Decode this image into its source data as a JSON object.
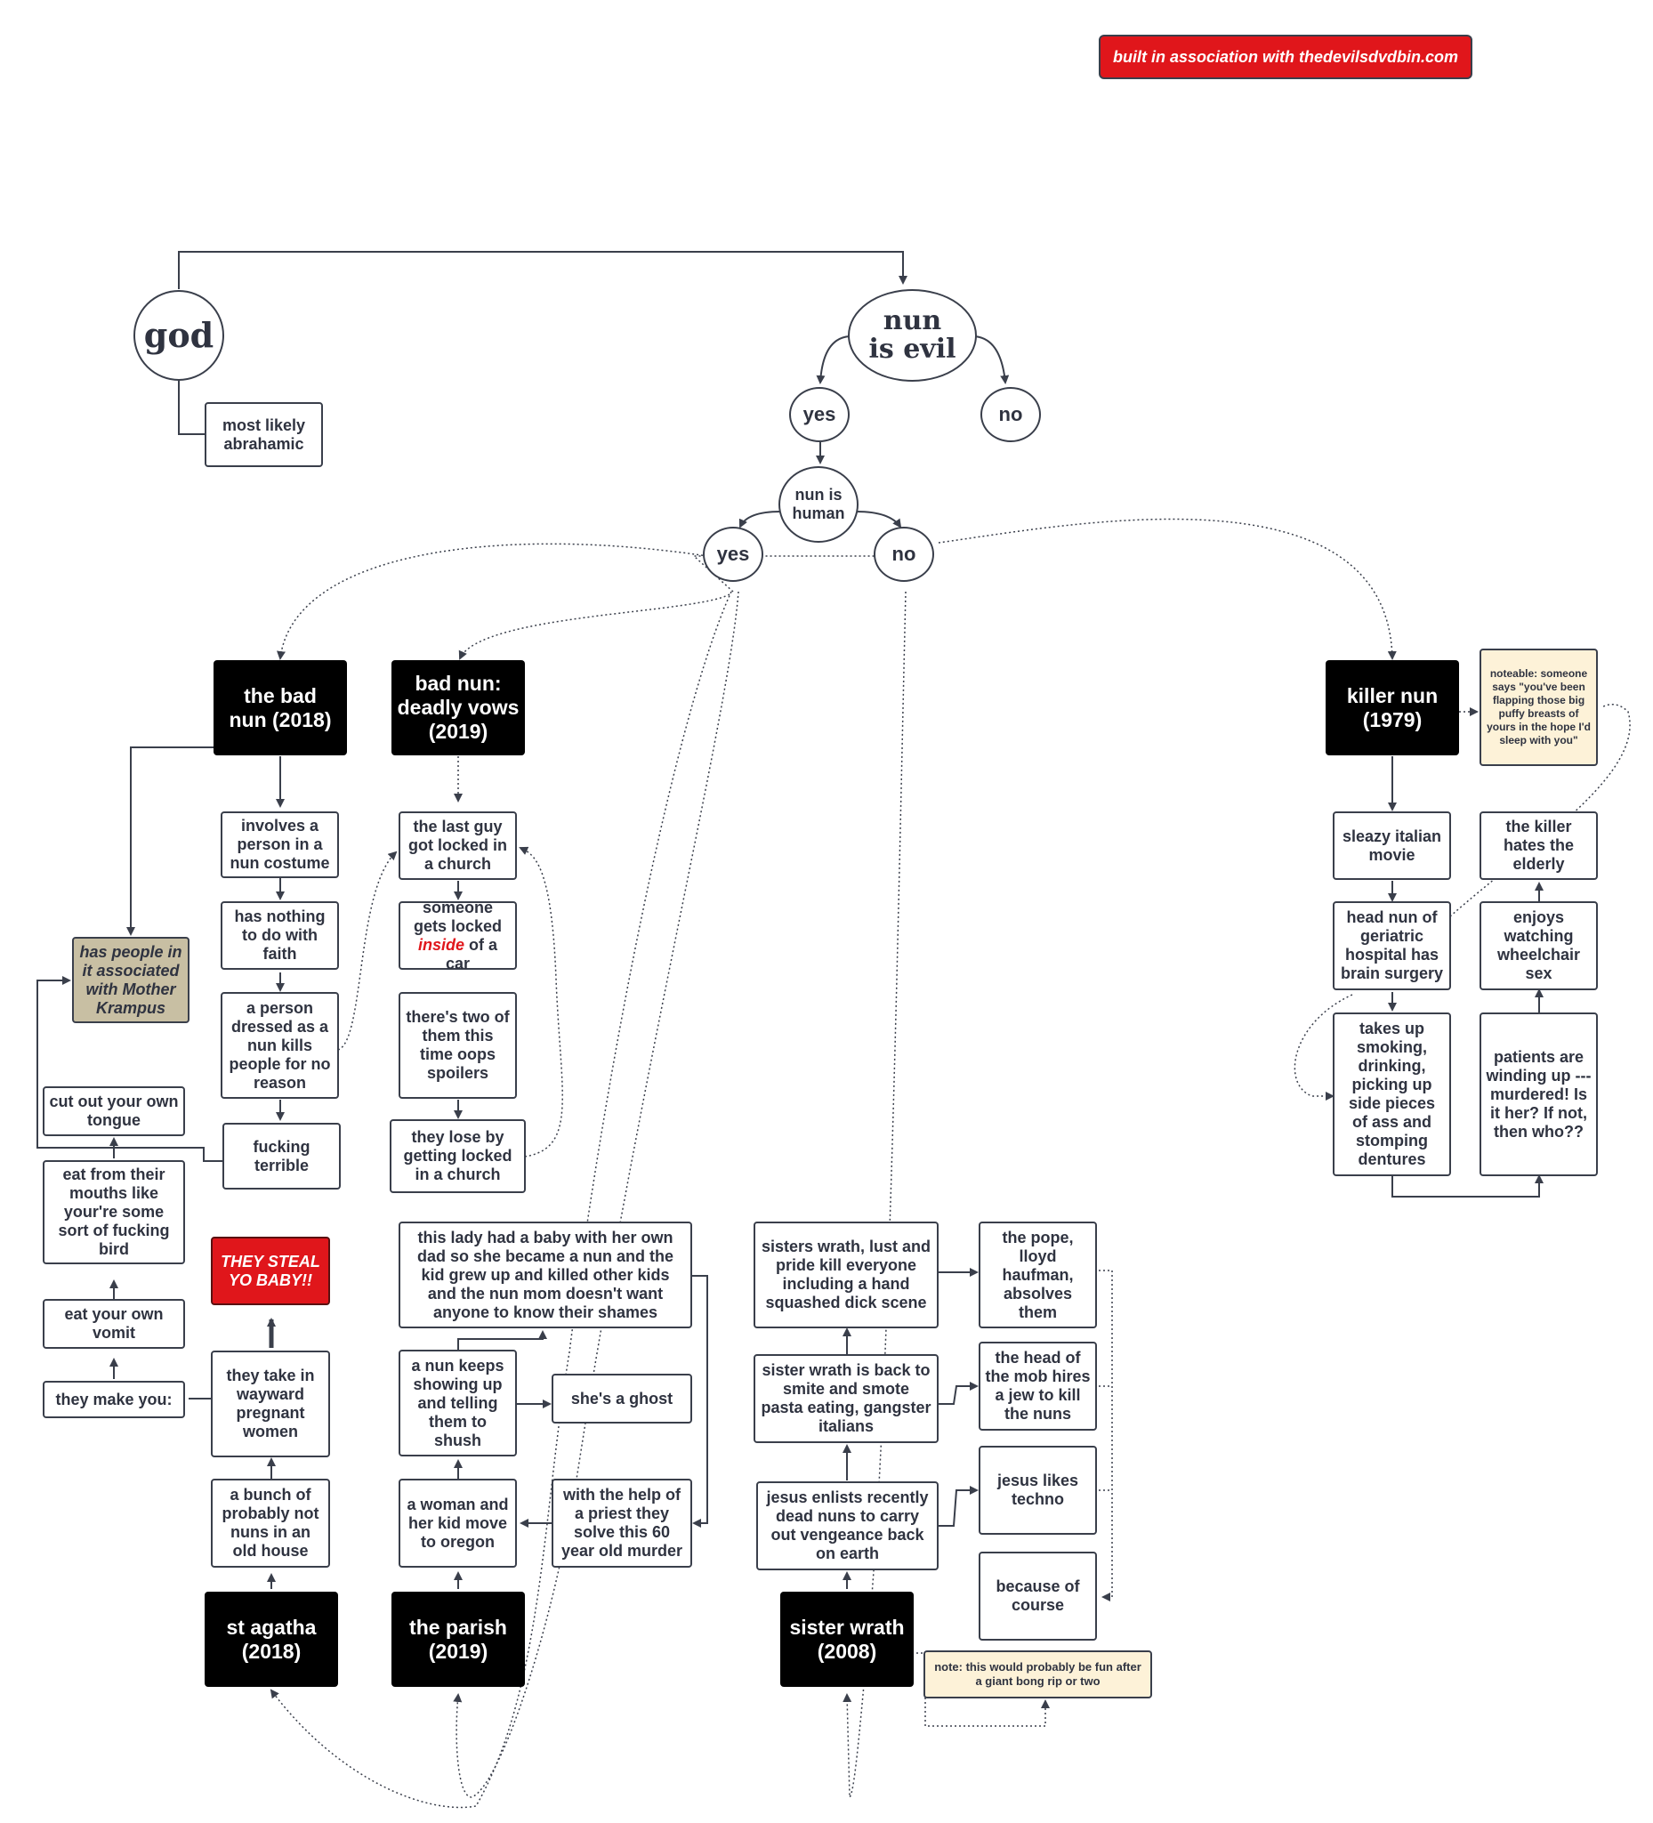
{
  "banner": "built in association with thedevilsdvdbin.com",
  "nodes": {
    "god": "god",
    "abrahamic": "most likely abrahamic",
    "nun_is_evil_1": "nun",
    "nun_is_evil_2": "is evil",
    "evil_yes": "yes",
    "evil_no": "no",
    "nun_is_human": "nun is human",
    "human_yes": "yes",
    "human_no": "no",
    "bad_nun_title": "the bad nun (2018)",
    "bad_nun_1": "involves a person in a nun costume",
    "bad_nun_2": "has nothing to do with faith",
    "bad_nun_3": "a person dressed as a nun kills people for no reason",
    "bad_nun_4": "fucking terrible",
    "krampus": "has people in it associated with Mother Krampus",
    "deadly_vows_title": "bad nun: deadly vows (2019)",
    "vows_1": "the last guy got locked in a church",
    "vows_2a": "someone gets locked",
    "vows_2b": "inside",
    "vows_2c": "of a car",
    "vows_3": "there's two of them this time oops spoilers",
    "vows_4": "they lose by getting locked in a church",
    "cut_tongue": "cut out your own tongue",
    "eat_mouths": "eat from their mouths like your're some sort of fucking bird",
    "eat_vomit": "eat your own vomit",
    "make_you": "they make you:",
    "steal_baby": "THEY STEAL YO BABY!!",
    "wayward": "they take in wayward pregnant women",
    "old_house": "a bunch of probably not nuns in an old house",
    "st_agatha_title": "st agatha (2018)",
    "parish_1": "this lady had a baby with her own dad so she became a nun and the kid grew up and killed other kids and the nun mom doesn't want anyone to know their shames",
    "parish_2": "a nun keeps showing up and telling them to shush",
    "parish_ghost": "she's a ghost",
    "parish_3": "a woman and her kid move to oregon",
    "parish_4": "with the help of a priest they solve this 60 year old murder",
    "parish_title": "the parish (2019)",
    "wrath_1": "sisters wrath, lust and pride kill everyone including a hand squashed dick scene",
    "wrath_2": "sister wrath is back to smite and smote pasta eating, gangster italians",
    "wrath_3": "jesus enlists recently dead nuns to carry out vengeance back on earth",
    "wrath_pope": "the pope, lloyd haufman, absolves them",
    "wrath_mob": "the head of the mob hires a jew to kill the nuns",
    "wrath_techno": "jesus likes techno",
    "wrath_course": "because of course",
    "wrath_title": "sister wrath (2008)",
    "wrath_note": "note: this would probably be fun after a giant bong rip or two",
    "killer_title": "killer nun (1979)",
    "killer_note": "noteable: someone says \"you've been flapping those big puffy breasts of yours in the hope I'd sleep with you\"",
    "killer_1": "sleazy italian movie",
    "killer_2": "head nun of geriatric hospital has brain surgery",
    "killer_3": "takes up smoking, drinking, picking up side pieces of ass  and stomping dentures",
    "killer_4": "patients are winding up --- murdered! Is it her? If not, then who??",
    "killer_5": "enjoys watching wheelchair sex",
    "killer_6": "the killer hates the elderly"
  },
  "colors": {
    "accent_red": "#e0161b",
    "note_bg": "#fdf2d8",
    "tan": "#c8bfa3",
    "line": "#3a3f4b"
  }
}
